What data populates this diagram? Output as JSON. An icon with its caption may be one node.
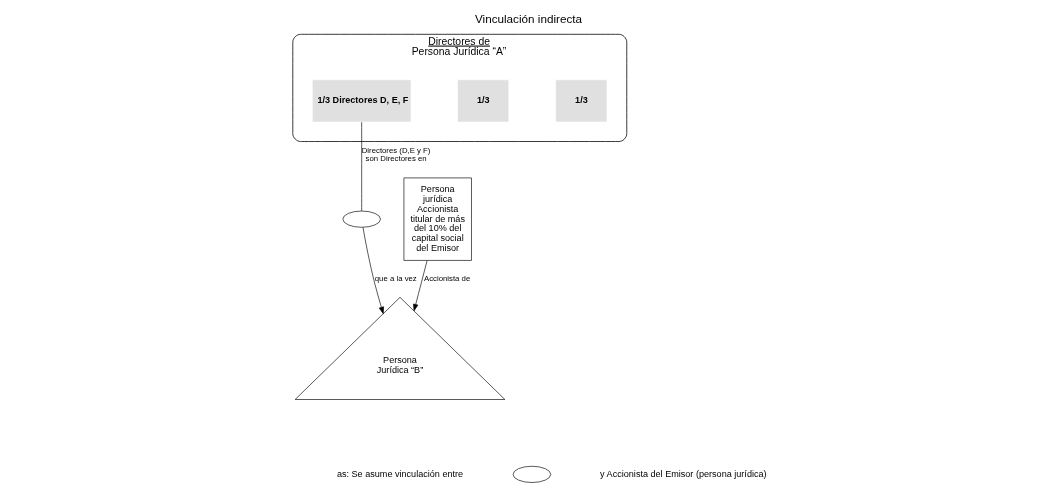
{
  "diagram": {
    "title": "Vinculación indirecta",
    "nodes": [
      {
        "text": [
          "Directores de",
          "Persona Jurídica “A”"
        ]
      },
      {
        "text": [
          "1/3 Directores D, E, F"
        ],
        "in": 0
      },
      {
        "text": [
          "1/3"
        ],
        "in": 0
      },
      {
        "text": [
          "1/3"
        ],
        "in": 0
      },
      {
        "text": [
          "Persona Jurídica “B”"
        ]
      },
      {
        "text": [
          "Persona jurídica Accionista titular de más del 10% del capital social del Emisor"
        ]
      },
      {
        "text": [],
        "shape": "ellipse"
      },
      {
        "text": [],
        "shape": "ellipse"
      }
    ],
    "edges": [
      {
        "from": 1,
        "to": 6,
        "arrow": "none",
        "label": "Directores (D,E y F) son Directores en"
      },
      {
        "from": 6,
        "to": 4,
        "arrow": "to",
        "label": "que a la vez"
      },
      {
        "from": 5,
        "to": 4,
        "arrow": "to",
        "label": "Accionista de"
      }
    ],
    "labels": [
      "as: Se asume vinculación entre",
      "y Accionista del Emisor (persona jurídica)"
    ]
  }
}
